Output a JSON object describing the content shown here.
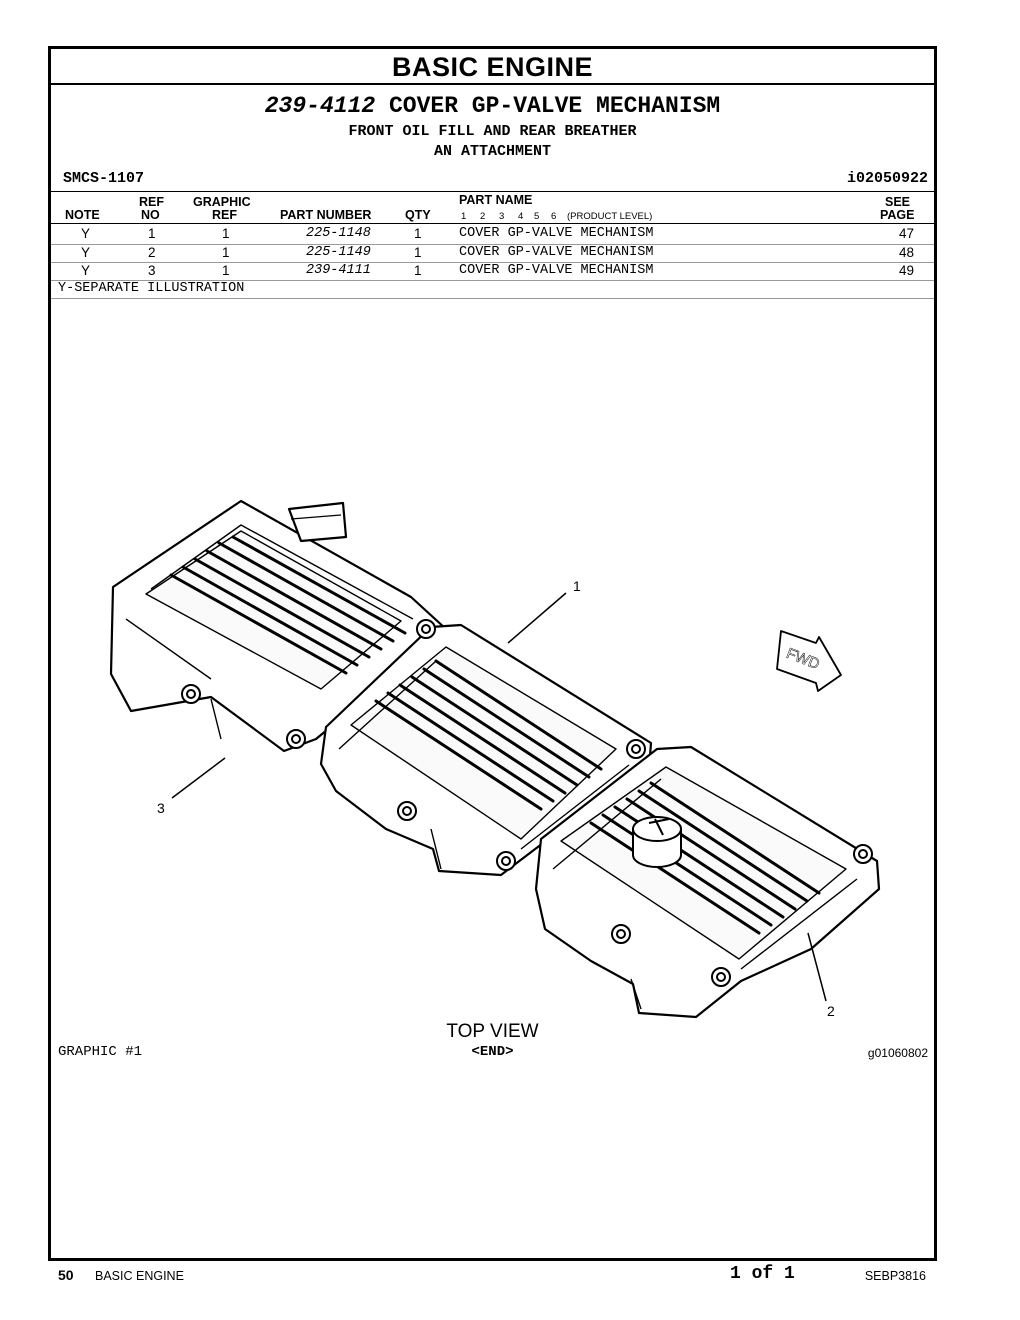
{
  "header": {
    "section_title": "BASIC ENGINE"
  },
  "group": {
    "part_number": "239-4112",
    "name": "COVER GP-VALVE MECHANISM",
    "subtitle_1": "FRONT OIL FILL AND REAR BREATHER",
    "subtitle_2": "AN ATTACHMENT",
    "smcs": "SMCS-1107",
    "info_ref": "i02050922"
  },
  "table": {
    "headers": {
      "note": "NOTE",
      "ref_top": "REF",
      "ref_bottom": "NO",
      "graphic_top": "GRAPHIC",
      "graphic_bottom": "REF",
      "part_number": "PART NUMBER",
      "qty": "QTY",
      "part_name": "PART NAME",
      "product_levels": [
        "1",
        "2",
        "3",
        "4",
        "5",
        "6"
      ],
      "product_level_label": "(PRODUCT LEVEL)",
      "see_top": "SEE",
      "see_bottom": "PAGE"
    },
    "rows": [
      {
        "note": "Y",
        "ref_no": "1",
        "graphic_ref": "1",
        "part_number": "225-1148",
        "qty": "1",
        "part_name": "COVER GP-VALVE MECHANISM",
        "see_page": "47"
      },
      {
        "note": "Y",
        "ref_no": "2",
        "graphic_ref": "1",
        "part_number": "225-1149",
        "qty": "1",
        "part_name": "COVER GP-VALVE MECHANISM",
        "see_page": "48"
      },
      {
        "note": "Y",
        "ref_no": "3",
        "graphic_ref": "1",
        "part_number": "239-4111",
        "qty": "1",
        "part_name": "COVER GP-VALVE MECHANISM",
        "see_page": "49"
      }
    ],
    "footnote": "Y-SEPARATE ILLUSTRATION"
  },
  "illustration": {
    "callouts": [
      "1",
      "2",
      "3"
    ],
    "fwd_label": "FWD",
    "view_label": "TOP VIEW",
    "graphic_label": "GRAPHIC #1",
    "end_label": "<END>",
    "graphic_ref": "g01060802"
  },
  "footer": {
    "page_number": "50",
    "section": "BASIC ENGINE",
    "page_count": "1 of 1",
    "document": "SEBP3816"
  }
}
